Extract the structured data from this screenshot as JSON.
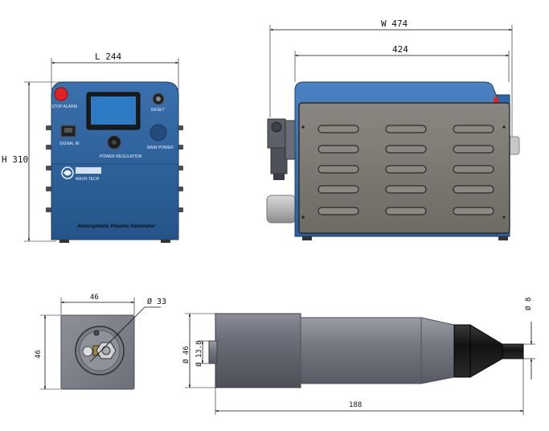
{
  "dimensions": {
    "front_length": "L 244",
    "front_height": "H 310",
    "side_width": "W 474",
    "side_inner": "424",
    "nozzle_face_width": "46",
    "nozzle_face_height": "46",
    "nozzle_face_diameter": "Ø 33",
    "nozzle_diameter": "Ø 46",
    "nozzle_inner_diameter": "Ø 13.8",
    "nozzle_tip": "Ø 8",
    "nozzle_length": "188"
  },
  "front_panel": {
    "button_left": "STOP  ALARM",
    "button_right": "RESET",
    "port_label": "SIGNAL IN",
    "knob_label": "POWER REGULATION",
    "switch_label": "MAIN POWER",
    "logo_text": "MAXN TECH",
    "product_name": "Atmospheric Plasma Generator"
  },
  "colors": {
    "body_blue": "#2a5e9a",
    "body_dark": "#1e4676",
    "side_panel_gray": "#7d7a72",
    "nozzle_gray": "#6f727c",
    "nozzle_black": "#1a1a1a",
    "alarm_red": "#e02222"
  }
}
